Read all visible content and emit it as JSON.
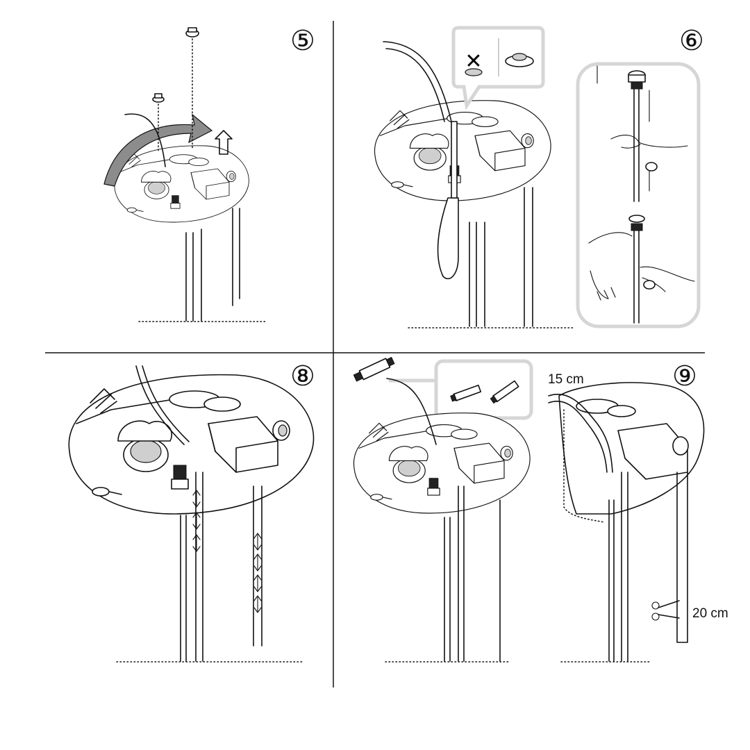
{
  "diagram": {
    "steps": [
      {
        "number": "⑤"
      },
      {
        "number": "⑥"
      },
      {
        "number": "⑧"
      },
      {
        "number": "⑨"
      }
    ],
    "measurements": {
      "top_length": "15 cm",
      "cut_length": "20 cm"
    },
    "symbols": {
      "prohibited": "✕"
    }
  }
}
